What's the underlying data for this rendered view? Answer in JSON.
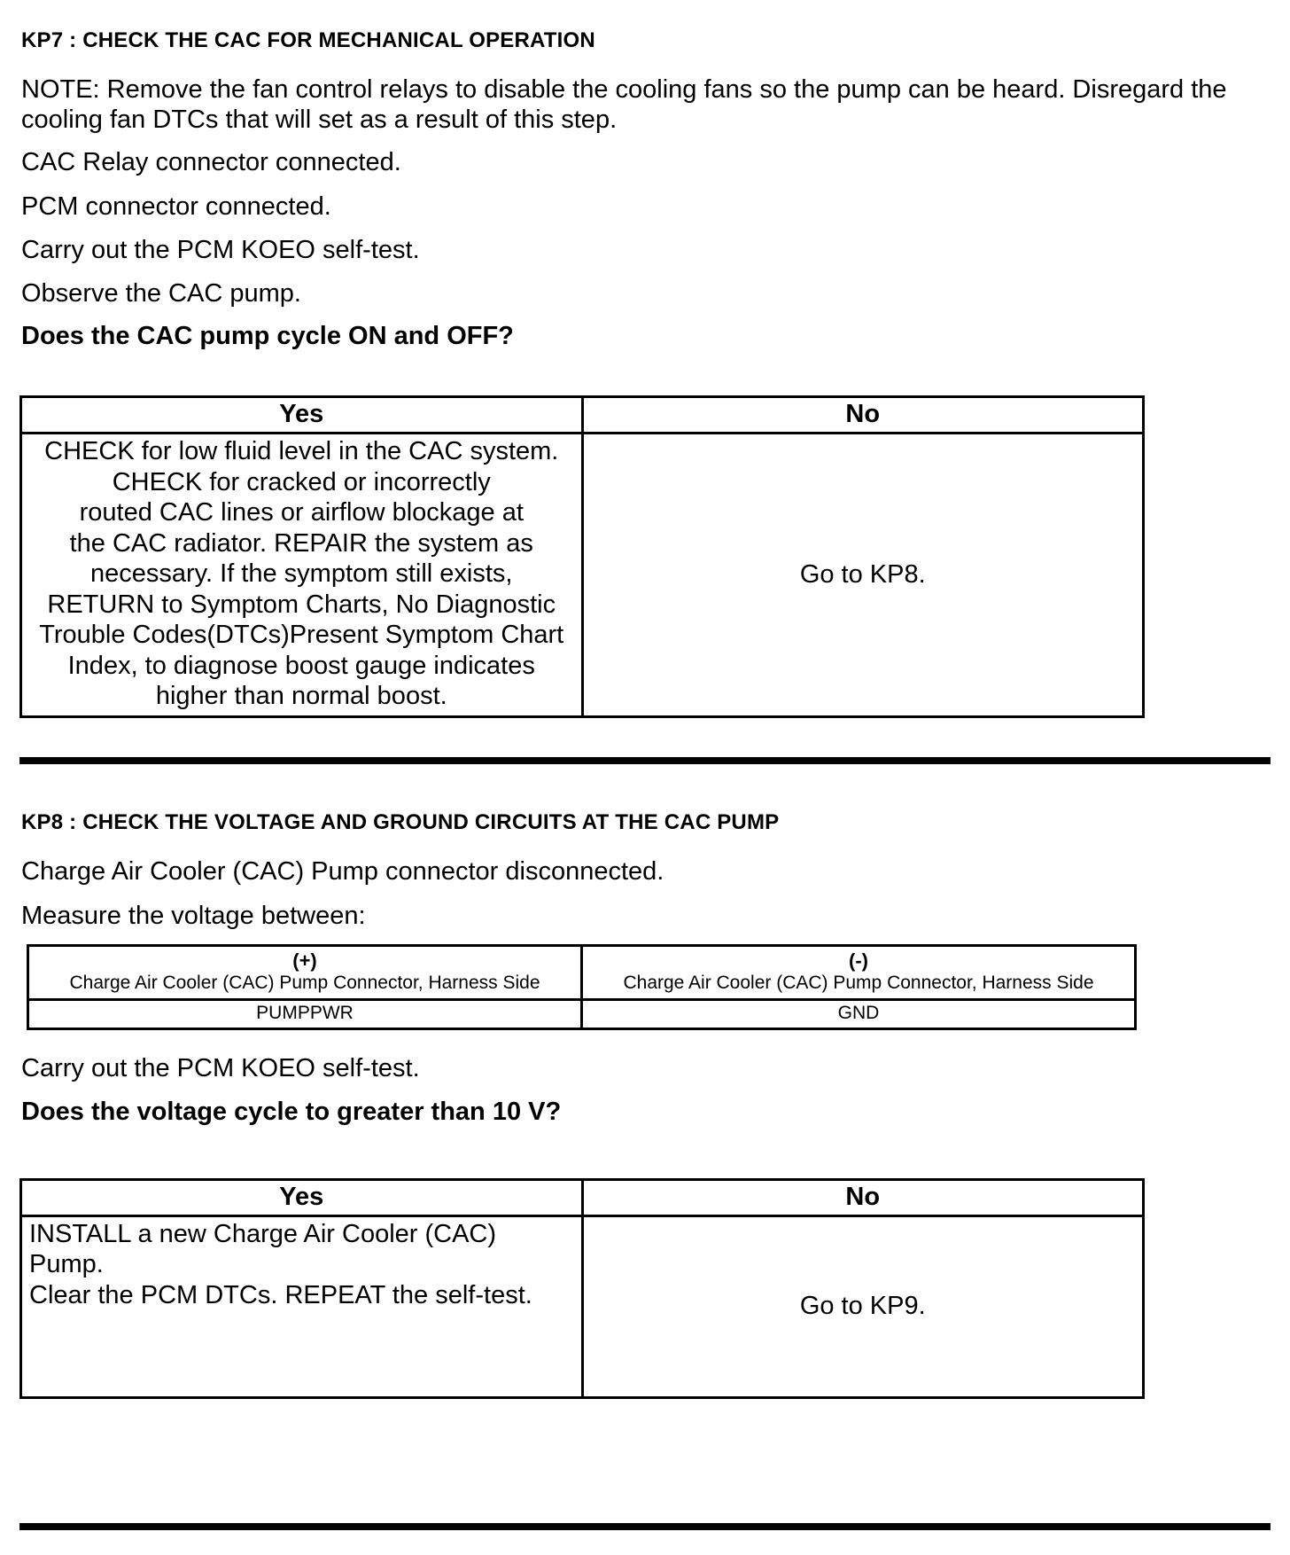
{
  "kp7": {
    "title": "KP7 : CHECK THE CAC FOR MECHANICAL OPERATION",
    "note": "NOTE: Remove the fan control relays to disable the cooling fans so the pump can be heard. Disregard the cooling fan DTCs that will set as a result of this step.",
    "steps": [
      "CAC Relay connector connected.",
      "PCM connector connected.",
      "Carry out the PCM KOEO self-test.",
      "Observe the CAC pump."
    ],
    "question": "Does the CAC pump cycle ON and OFF?",
    "table": {
      "yes_header": "Yes",
      "no_header": "No",
      "yes_text": "CHECK for low fluid level in the CAC system.\nCHECK for cracked or incorrectly\nrouted CAC lines or airflow blockage at\nthe CAC radiator. REPAIR the system as\nnecessary. If the symptom still exists,\nRETURN to Symptom Charts, No Diagnostic\nTrouble Codes(DTCs)Present Symptom Chart\nIndex, to diagnose boost gauge indicates\nhigher than normal boost.",
      "no_text": "Go to KP8."
    }
  },
  "kp8": {
    "title": "KP8 : CHECK THE VOLTAGE AND GROUND CIRCUITS AT THE CAC PUMP",
    "step_disconnect": "Charge Air Cooler (CAC) Pump connector disconnected.",
    "step_measure": "Measure the voltage between:",
    "voltage_table": {
      "pos_sign": "(+)",
      "pos_sub": "Charge Air Cooler (CAC) Pump Connector, Harness Side",
      "neg_sign": "(-)",
      "neg_sub": "Charge Air Cooler (CAC) Pump Connector, Harness Side",
      "pos_value": "PUMPPWR",
      "neg_value": "GND"
    },
    "step_selftest": "Carry out the PCM KOEO self-test.",
    "question": "Does the voltage cycle to greater than 10 V?",
    "table": {
      "yes_header": "Yes",
      "no_header": "No",
      "yes_text": "INSTALL a new Charge Air Cooler (CAC)\nPump.\nClear the PCM DTCs. REPEAT the self-test.",
      "no_text": "Go to KP9."
    }
  }
}
